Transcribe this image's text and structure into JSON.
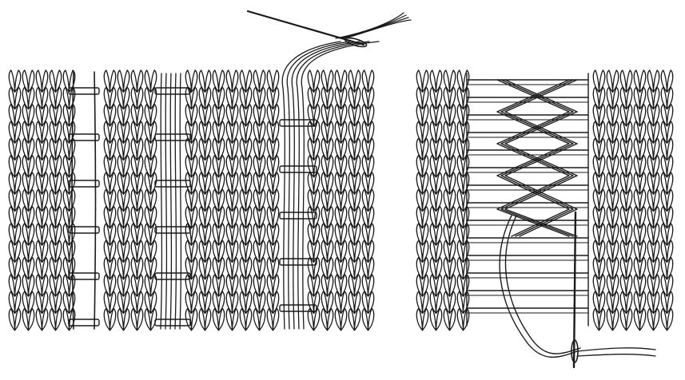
{
  "image": {
    "kind": "line-drawing",
    "subject": "knitting-embroidery-illustration",
    "ink_color": "#1a1a1a",
    "paper_color": "#ffffff"
  },
  "panels": [
    {
      "id": "left",
      "icons": [
        "knit-stitch-fabric",
        "ladder-channel",
        "needle-icon",
        "yarn-strands"
      ]
    },
    {
      "id": "right",
      "icons": [
        "knit-stitch-fabric",
        "ladder-channel",
        "cross-lacing",
        "needle-icon",
        "yarn-strands"
      ]
    }
  ]
}
